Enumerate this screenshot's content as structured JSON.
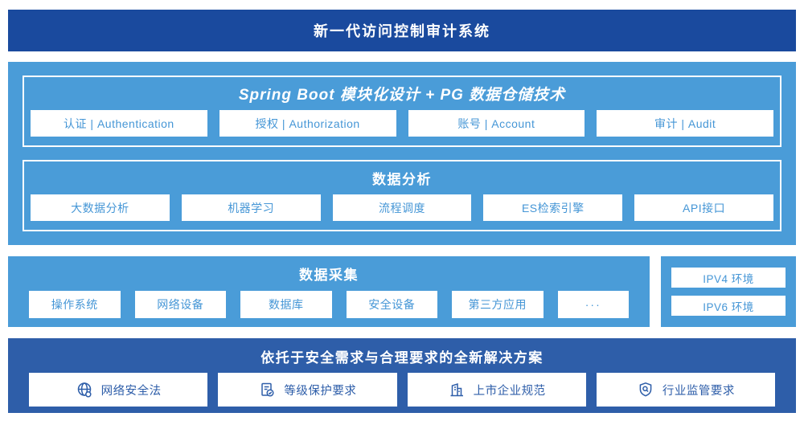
{
  "colors": {
    "banner_navy": "#1a4a9e",
    "solution_navy": "#2e5ea9",
    "sky_blue": "#4a9cd8",
    "cell_text_blue": "#4596d6",
    "white": "#ffffff"
  },
  "banner": {
    "title": "新一代访问控制审计系统"
  },
  "platform": {
    "spring": {
      "title": "Spring Boot 模块化设计 + PG 数据仓储技术",
      "items": [
        "认证 | Authentication",
        "授权 | Authorization",
        "账号 | Account",
        "审计 | Audit"
      ]
    },
    "analysis": {
      "title": "数据分析",
      "items": [
        "大数据分析",
        "机器学习",
        "流程调度",
        "ES检索引擎",
        "API接口"
      ]
    }
  },
  "collection": {
    "title": "数据采集",
    "items": [
      "操作系统",
      "网络设备",
      "数据库",
      "安全设备",
      "第三方应用",
      "···"
    ]
  },
  "network": {
    "items": [
      "IPV4 环境",
      "IPV6 环境"
    ]
  },
  "solution": {
    "title": "依托于安全需求与合理要求的全新解决方案",
    "items": [
      {
        "icon": "globe-icon",
        "label": "网络安全法"
      },
      {
        "icon": "document-check-icon",
        "label": "等级保护要求"
      },
      {
        "icon": "building-icon",
        "label": "上市企业规范"
      },
      {
        "icon": "shield-search-icon",
        "label": "行业监管要求"
      }
    ]
  }
}
